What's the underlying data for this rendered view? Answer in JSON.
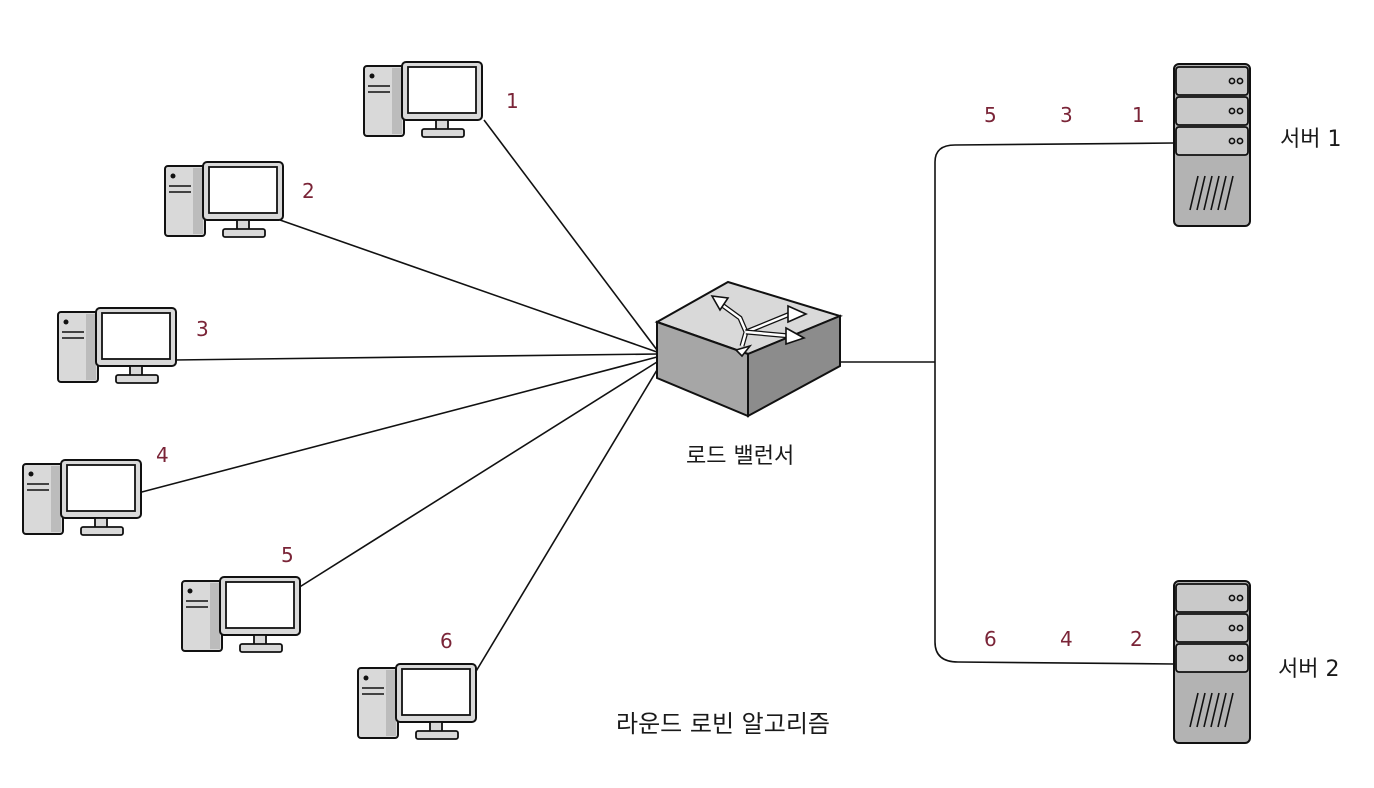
{
  "load_balancer": {
    "label": "로드 밸런서"
  },
  "title": "라운드 로빈 알고리즘",
  "clients": [
    {
      "label": "1"
    },
    {
      "label": "2"
    },
    {
      "label": "3"
    },
    {
      "label": "4"
    },
    {
      "label": "5"
    },
    {
      "label": "6"
    }
  ],
  "servers": [
    {
      "label": "서버 1",
      "queue": [
        "5",
        "3",
        "1"
      ]
    },
    {
      "label": "서버 2",
      "queue": [
        "6",
        "4",
        "2"
      ]
    }
  ],
  "colors": {
    "number": "#7a2437",
    "device_fill": "#d9d9d9",
    "server_fill": "#b3b3b3",
    "stroke": "#111111"
  }
}
